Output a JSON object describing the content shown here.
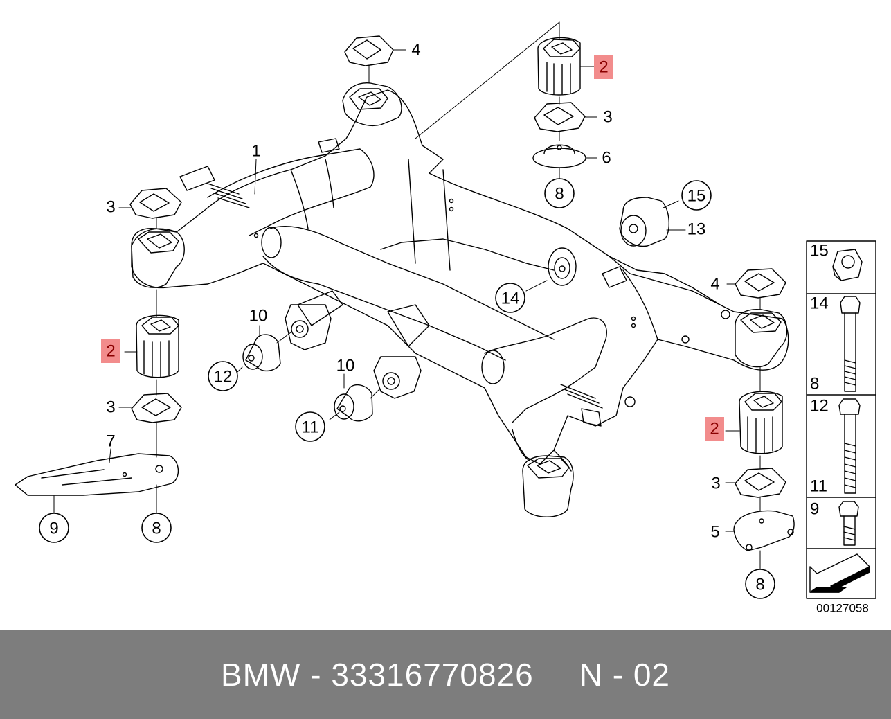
{
  "diagram": {
    "callouts": {
      "c1": "1",
      "c2a": "2",
      "c2b": "2",
      "c2c": "2",
      "c3a": "3",
      "c3b": "3",
      "c3c": "3",
      "c3d": "3",
      "c4a": "4",
      "c4b": "4",
      "c5": "5",
      "c6": "6",
      "c7": "7",
      "c8a": "8",
      "c8b": "8",
      "c8c": "8",
      "c9": "9",
      "c10a": "10",
      "c10b": "10",
      "c11": "11",
      "c12": "12",
      "c13": "13",
      "c14": "14",
      "c15": "15"
    },
    "legend": {
      "row1": [
        "15"
      ],
      "row2": [
        "14",
        "8"
      ],
      "row3": [
        "12",
        "11"
      ],
      "row4": [
        "9"
      ]
    },
    "diagram_id": "00127058",
    "highlight_color": "#f28c8c"
  },
  "footer": {
    "brand": "BMW",
    "separator": "-",
    "part_number": "33316770826",
    "position_code": "N - 02"
  }
}
